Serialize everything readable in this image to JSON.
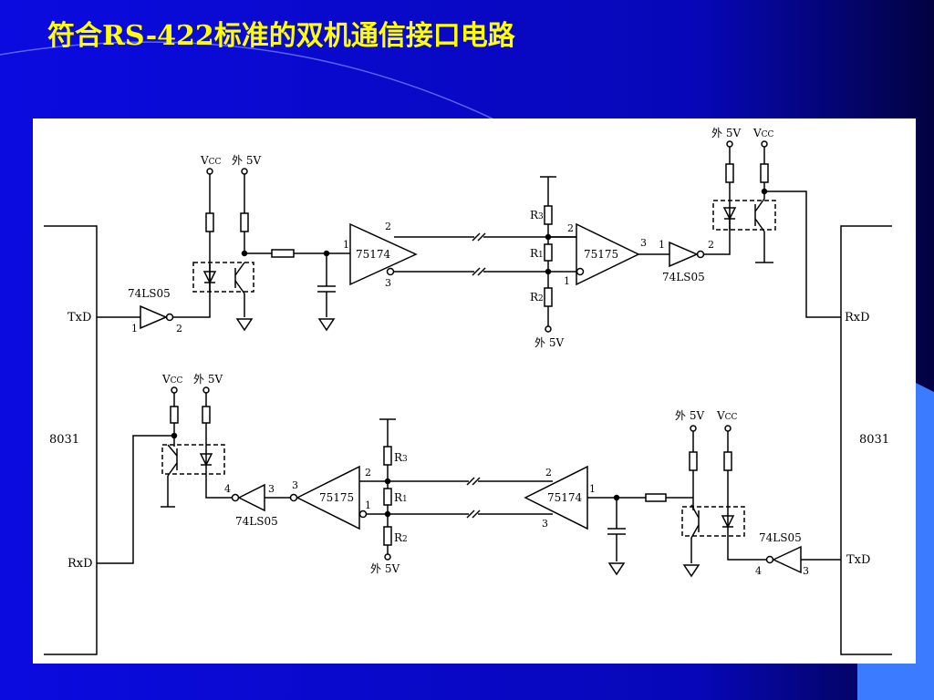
{
  "slide": {
    "title": "符合RS-422标准的双机通信接口电路",
    "colors": {
      "background": "#0a0ad8",
      "title": "#ffff00",
      "accent_corner": "#3a7bff"
    }
  },
  "diagram": {
    "mcu_left": "8031",
    "mcu_right": "8031",
    "pin_txd": "TxD",
    "pin_rxd": "RxD",
    "vcc": "V",
    "vcc_sub": "CC",
    "ext5v": "外 5V",
    "inverter": "74LS05",
    "driver": "75174",
    "receiver": "75175",
    "r1": "R",
    "r1_sub": "1",
    "r2": "R",
    "r2_sub": "2",
    "r3": "R",
    "r3_sub": "3",
    "pins": {
      "p1": "1",
      "p2": "2",
      "p3": "3",
      "p4": "4"
    }
  }
}
